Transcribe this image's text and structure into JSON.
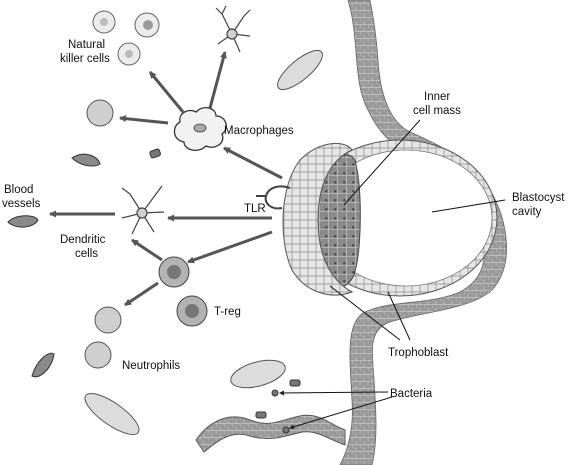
{
  "labels": {
    "natural_killer_cells": [
      "Natural",
      "killer cells"
    ],
    "macrophages": "Macrophages",
    "blood_vessels": [
      "Blood",
      "vessels"
    ],
    "dendritic_cells": [
      "Dendritic",
      "cells"
    ],
    "tlr": "TLR",
    "treg": "T-reg",
    "neutrophils": "Neutrophils",
    "inner_cell_mass": [
      "Inner",
      "cell mass"
    ],
    "blastocyst_cavity": [
      "Blastocyst",
      "cavity"
    ],
    "trophoblast": "Trophoblast",
    "bacteria": "Bacteria"
  },
  "colors": {
    "epithelium": "#8f8f8f",
    "cell_fill": "#bdbdbd",
    "dark_cell": "#6e6e6e",
    "arrow": "#555555",
    "outline": "#333333"
  }
}
